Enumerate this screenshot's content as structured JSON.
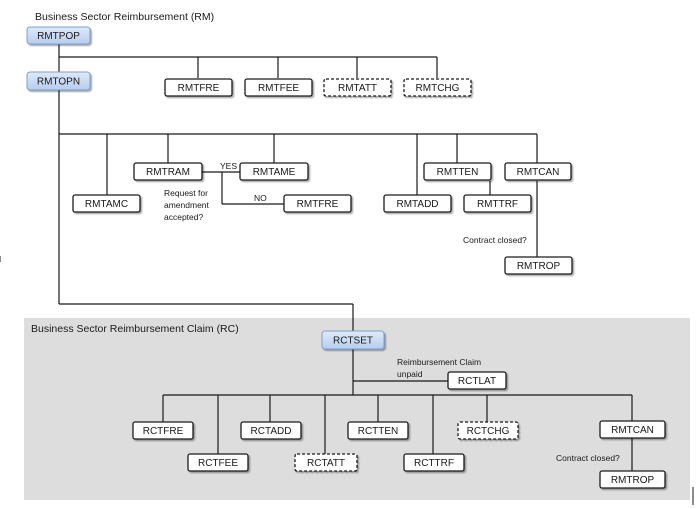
{
  "titles": {
    "rm": "Business Sector Reimbursement (RM)",
    "rc": "Business Sector Reimbursement Claim (RC)"
  },
  "colors": {
    "panel": "#dddddd",
    "line": "#1a1a1a",
    "blue_box": "#c9dcf5",
    "blue_border": "#7f9fcc",
    "box_fill": "#ffffff"
  },
  "nodes": {
    "rmtpop": {
      "label": "RMTPOP",
      "style": "blue"
    },
    "rmtopn": {
      "label": "RMTOPN",
      "style": "blue"
    },
    "rmtfre_top": {
      "label": "RMTFRE",
      "style": "solid"
    },
    "rmtfee": {
      "label": "RMTFEE",
      "style": "solid"
    },
    "rmtatt": {
      "label": "RMTATT",
      "style": "dashed"
    },
    "rmtchg": {
      "label": "RMTCHG",
      "style": "dashed"
    },
    "rmtamc": {
      "label": "RMTAMC",
      "style": "solid"
    },
    "rmtram": {
      "label": "RMTRAM",
      "style": "solid"
    },
    "rmtame": {
      "label": "RMTAME",
      "style": "solid"
    },
    "rmtfre_mid": {
      "label": "RMTFRE",
      "style": "solid"
    },
    "rmtadd": {
      "label": "RMTADD",
      "style": "solid"
    },
    "rmtten": {
      "label": "RMTTEN",
      "style": "solid"
    },
    "rmttrf": {
      "label": "RMTTRF",
      "style": "solid"
    },
    "rmtcan_top": {
      "label": "RMTCAN",
      "style": "solid"
    },
    "rmtrop_top": {
      "label": "RMTROP",
      "style": "solid"
    },
    "rctset": {
      "label": "RCTSET",
      "style": "blue"
    },
    "rctlat": {
      "label": "RCTLAT",
      "style": "solid"
    },
    "rctfre": {
      "label": "RCTFRE",
      "style": "solid"
    },
    "rctfee": {
      "label": "RCTFEE",
      "style": "solid"
    },
    "rctadd": {
      "label": "RCTADD",
      "style": "solid"
    },
    "rctatt": {
      "label": "RCTATT",
      "style": "dashed"
    },
    "rctten": {
      "label": "RCTTEN",
      "style": "solid"
    },
    "rcttrf": {
      "label": "RCTTRF",
      "style": "solid"
    },
    "rctchg": {
      "label": "RCTCHG",
      "style": "dashed"
    },
    "rmtcan_bot": {
      "label": "RMTCAN",
      "style": "solid"
    },
    "rmtrop_bot": {
      "label": "RMTROP",
      "style": "solid"
    }
  },
  "annotations": {
    "yes": "YES",
    "no": "NO",
    "request_1": "Request for",
    "request_2": "amendment",
    "request_3": "accepted?",
    "contract_closed_top": "Contract closed?",
    "claim_1": "Reimbursement Claim",
    "claim_2": "unpaid",
    "contract_closed_bot": "Contract closed?"
  }
}
